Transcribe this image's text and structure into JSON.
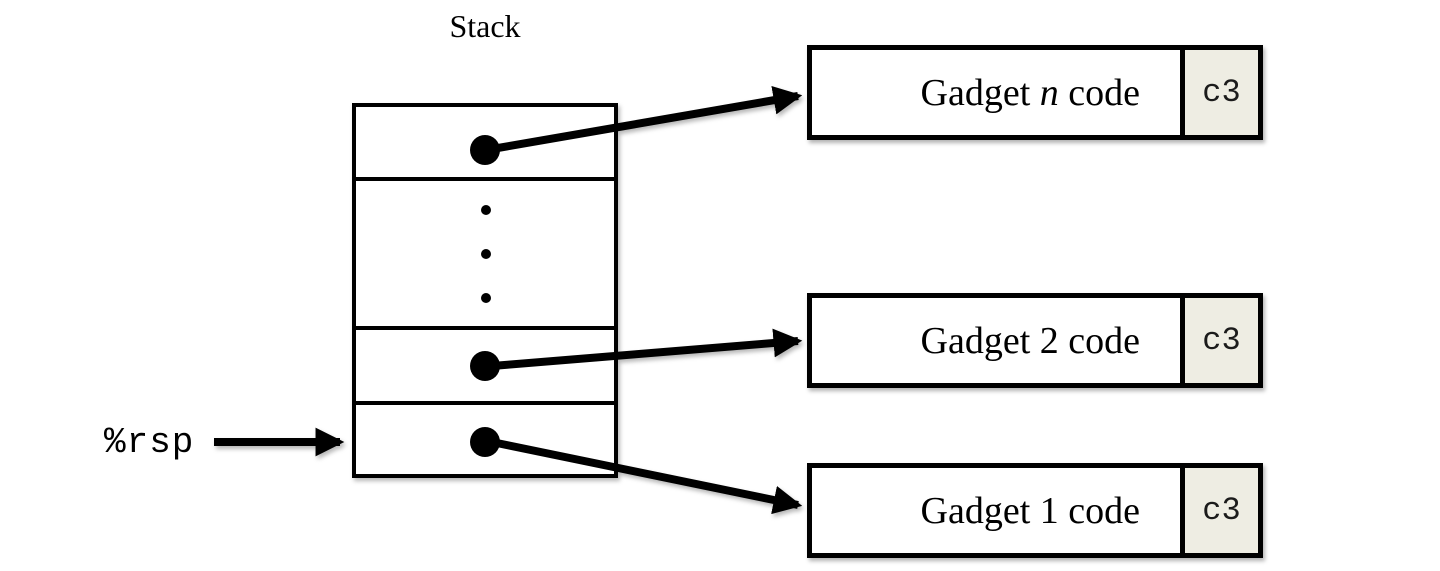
{
  "title": "Stack",
  "register": {
    "label": "%rsp"
  },
  "stack": {
    "rows": [
      {
        "type": "pointer",
        "points_to": "gadget-n"
      },
      {
        "type": "ellipsis",
        "dot_count": 3
      },
      {
        "type": "pointer",
        "points_to": "gadget-2"
      },
      {
        "type": "pointer",
        "points_to": "gadget-1"
      }
    ]
  },
  "gadgets": [
    {
      "name": "gadget-n",
      "label_prefix": "Gadget ",
      "label_var": "n",
      "label_suffix": " code",
      "ret_byte": "c3"
    },
    {
      "name": "gadget-2",
      "label_prefix": "Gadget ",
      "label_var": "2",
      "label_suffix": " code",
      "ret_byte": "c3"
    },
    {
      "name": "gadget-1",
      "label_prefix": "Gadget ",
      "label_var": "1",
      "label_suffix": " code",
      "ret_byte": "c3"
    }
  ],
  "colors": {
    "line": "#000000",
    "ret_cell_bg": "#eeede3",
    "text": "#000000",
    "ret_text": "#1b1b1b",
    "background": "#ffffff"
  }
}
